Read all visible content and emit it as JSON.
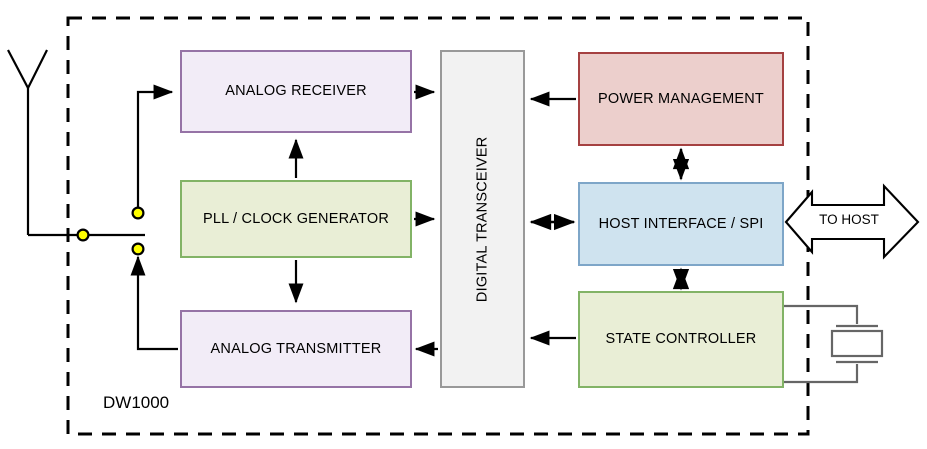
{
  "diagram": {
    "title": "DW1000",
    "chip_label": "DW1000",
    "blocks": [
      {
        "id": "analog-receiver",
        "label": "ANALOG RECEIVER",
        "fill": "#f2ecf7",
        "stroke": "#9673a6"
      },
      {
        "id": "pll-clock",
        "label": "PLL / CLOCK GENERATOR",
        "fill": "#e9eed6",
        "stroke": "#82b366"
      },
      {
        "id": "analog-transmitter",
        "label": "ANALOG TRANSMITTER",
        "fill": "#f2ecf7",
        "stroke": "#9673a6"
      },
      {
        "id": "digital-transceiver",
        "label": "DIGITAL TRANSCEIVER",
        "fill": "#f2f2f2",
        "stroke": "#999999"
      },
      {
        "id": "power-management",
        "label": "POWER MANAGEMENT",
        "fill": "#eccfcc",
        "stroke": "#a54141"
      },
      {
        "id": "host-interface",
        "label": "HOST INTERFACE / SPI",
        "fill": "#cfe3ef",
        "stroke": "#7ea6c8"
      },
      {
        "id": "state-controller",
        "label": "STATE CONTROLLER",
        "fill": "#e9eed6",
        "stroke": "#82b366"
      }
    ],
    "external": {
      "to_host_label": "TO HOST",
      "antenna": "antenna-symbol",
      "crystal": "crystal-oscillator-symbol",
      "switch": "rf-switch-symbol"
    },
    "connections": [
      {
        "from": "antenna",
        "to": "analog-receiver",
        "type": "arrow"
      },
      {
        "from": "analog-transmitter",
        "to": "antenna",
        "type": "arrow"
      },
      {
        "from": "analog-receiver",
        "to": "digital-transceiver",
        "type": "arrow"
      },
      {
        "from": "pll-clock",
        "to": "analog-receiver",
        "type": "arrow"
      },
      {
        "from": "pll-clock",
        "to": "digital-transceiver",
        "type": "arrow"
      },
      {
        "from": "pll-clock",
        "to": "analog-transmitter",
        "type": "arrow"
      },
      {
        "from": "digital-transceiver",
        "to": "analog-transmitter",
        "type": "arrow"
      },
      {
        "from": "power-management",
        "to": "digital-transceiver",
        "type": "arrow"
      },
      {
        "from": "power-management",
        "to": "host-interface",
        "type": "double-arrow"
      },
      {
        "from": "digital-transceiver",
        "to": "host-interface",
        "type": "double-arrow"
      },
      {
        "from": "host-interface",
        "to": "state-controller",
        "type": "double-arrow"
      },
      {
        "from": "state-controller",
        "to": "digital-transceiver",
        "type": "arrow"
      },
      {
        "from": "host-interface",
        "to": "to-host",
        "type": "block-double-arrow"
      },
      {
        "from": "state-controller",
        "to": "crystal",
        "type": "line"
      }
    ],
    "colors": {
      "line": "#000000",
      "boundary": "#000000",
      "node_dot_fill": "#ffff00",
      "node_dot_stroke": "#000000",
      "crystal_stroke": "#666666"
    }
  }
}
